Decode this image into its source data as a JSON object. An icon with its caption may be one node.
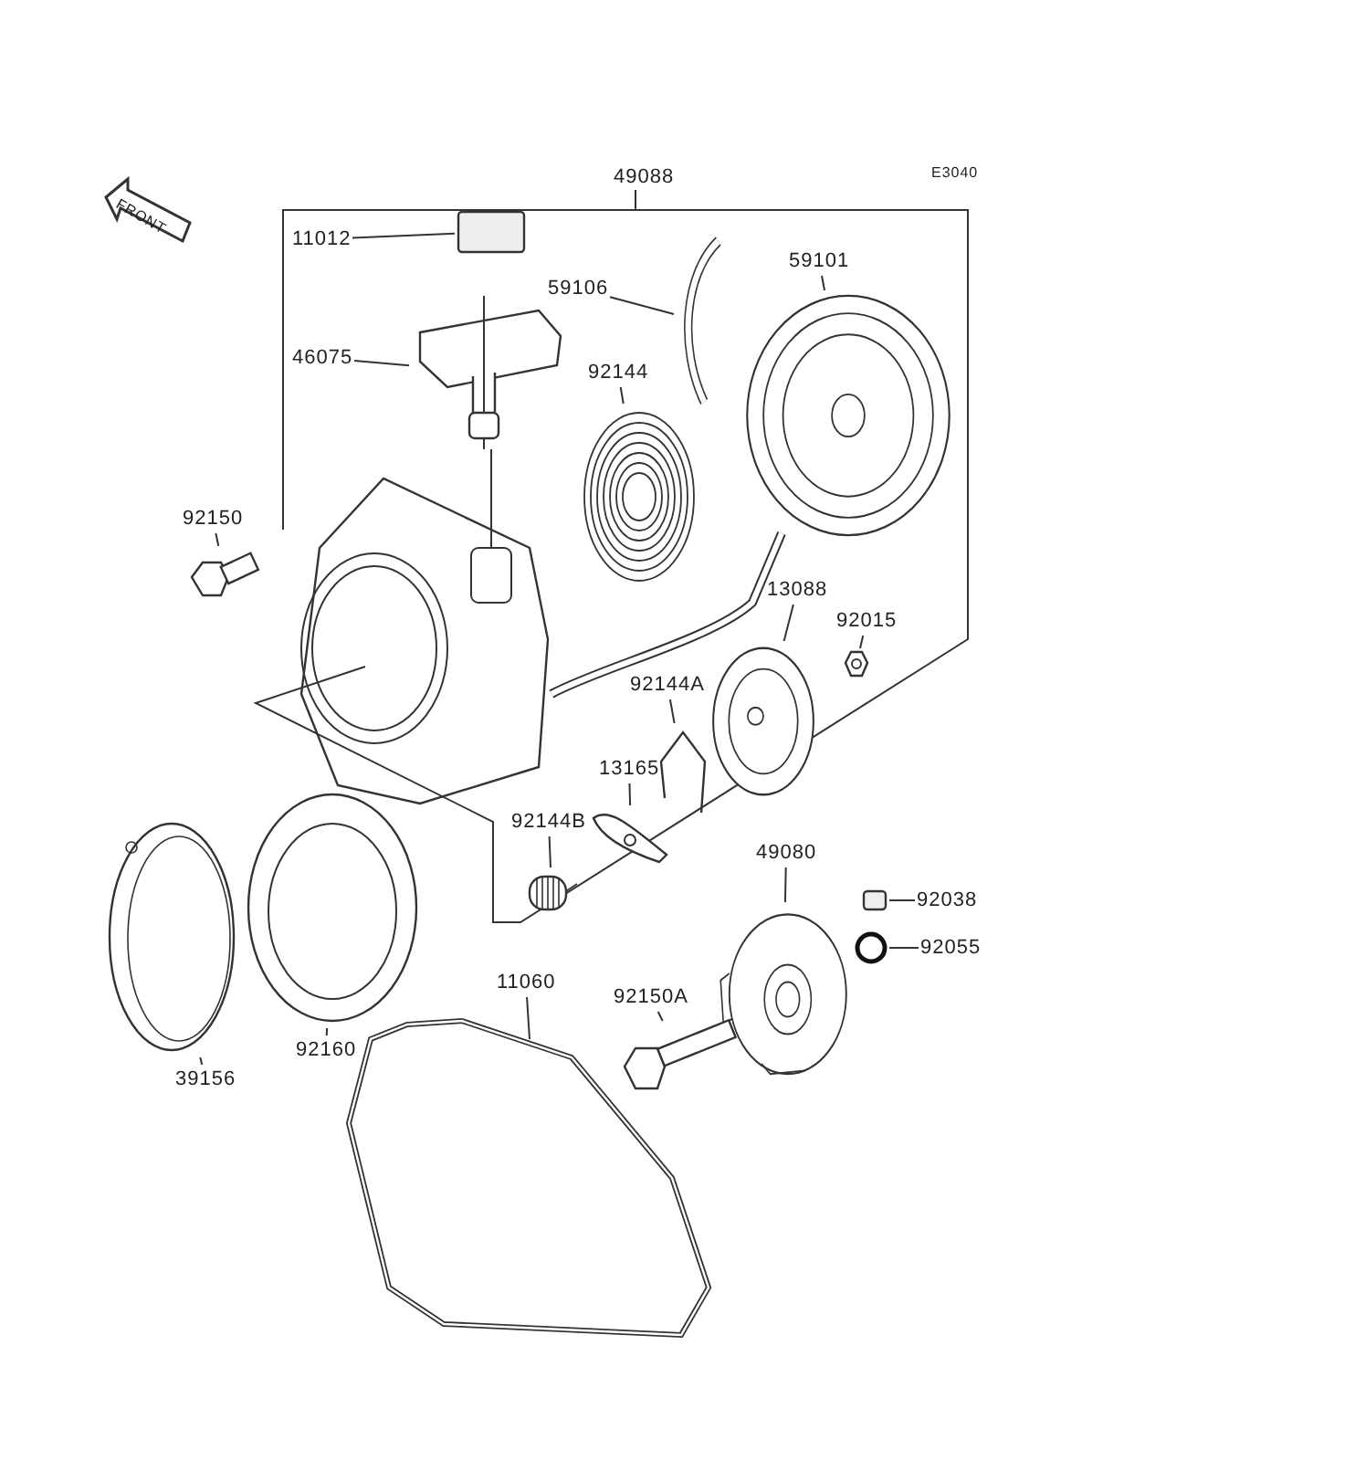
{
  "diagram": {
    "nodes": [
      {
        "text": [
          "11012"
        ]
      },
      {
        "text": [
          "46075"
        ]
      },
      {
        "text": [
          "92144"
        ]
      },
      {
        "text": [
          "59106"
        ]
      },
      {
        "text": [
          "59101"
        ]
      },
      {
        "text": [
          "92150"
        ]
      },
      {
        "text": [
          "13088"
        ]
      },
      {
        "text": [
          "92015"
        ]
      },
      {
        "text": [
          "92144A"
        ]
      },
      {
        "text": [
          "13165"
        ]
      },
      {
        "text": [
          "92144B"
        ]
      },
      {
        "text": [
          "49080"
        ]
      },
      {
        "text": [
          "92038"
        ]
      },
      {
        "text": [
          "92055"
        ]
      },
      {
        "text": [
          "92160"
        ]
      },
      {
        "text": [
          "39156"
        ]
      },
      {
        "text": [
          "11060"
        ]
      },
      {
        "text": [
          "92150A"
        ]
      },
      {
        "text": [],
        "shape": "box"
      },
      {
        "text": [],
        "shape": "picture"
      },
      {
        "text": [],
        "shape": "picture"
      },
      {
        "text": [],
        "shape": "picture"
      },
      {
        "text": [],
        "shape": "picture"
      },
      {
        "text": [],
        "shape": "picture"
      },
      {
        "text": [],
        "shape": "picture"
      },
      {
        "text": [],
        "shape": "picture"
      },
      {
        "text": [],
        "shape": "picture"
      },
      {
        "text": [],
        "shape": "picture"
      },
      {
        "text": [],
        "shape": "picture"
      },
      {
        "text": [],
        "shape": "picture"
      },
      {
        "text": [],
        "shape": "box"
      },
      {
        "text": [],
        "shape": "circle"
      },
      {
        "text": [],
        "shape": "picture"
      },
      {
        "text": [],
        "shape": "picture"
      },
      {
        "text": [],
        "shape": "picture"
      },
      {
        "text": [],
        "shape": "picture"
      }
    ],
    "edges": [
      {
        "from": 0,
        "to": 18,
        "arrow": "none"
      },
      {
        "from": 1,
        "to": 19,
        "arrow": "none"
      },
      {
        "from": 2,
        "to": 20,
        "arrow": "none"
      },
      {
        "from": 3,
        "to": 21,
        "arrow": "none"
      },
      {
        "from": 4,
        "to": 22,
        "arrow": "none"
      },
      {
        "from": 5,
        "to": 23,
        "arrow": "none"
      },
      {
        "from": 6,
        "to": 24,
        "arrow": "none"
      },
      {
        "from": 7,
        "to": 25,
        "arrow": "none"
      },
      {
        "from": 8,
        "to": 26,
        "arrow": "none"
      },
      {
        "from": 9,
        "to": 27,
        "arrow": "none"
      },
      {
        "from": 10,
        "to": 28,
        "arrow": "none"
      },
      {
        "from": 11,
        "to": 29,
        "arrow": "none"
      },
      {
        "from": 12,
        "to": 30,
        "arrow": "none"
      },
      {
        "from": 13,
        "to": 31,
        "arrow": "none"
      },
      {
        "from": 14,
        "to": 32,
        "arrow": "none"
      },
      {
        "from": 15,
        "to": 33,
        "arrow": "none"
      },
      {
        "from": 16,
        "to": 34,
        "arrow": "none"
      },
      {
        "from": 17,
        "to": 35,
        "arrow": "none"
      }
    ],
    "labels": [
      "49088",
      "E3040",
      "FRONT"
    ]
  }
}
